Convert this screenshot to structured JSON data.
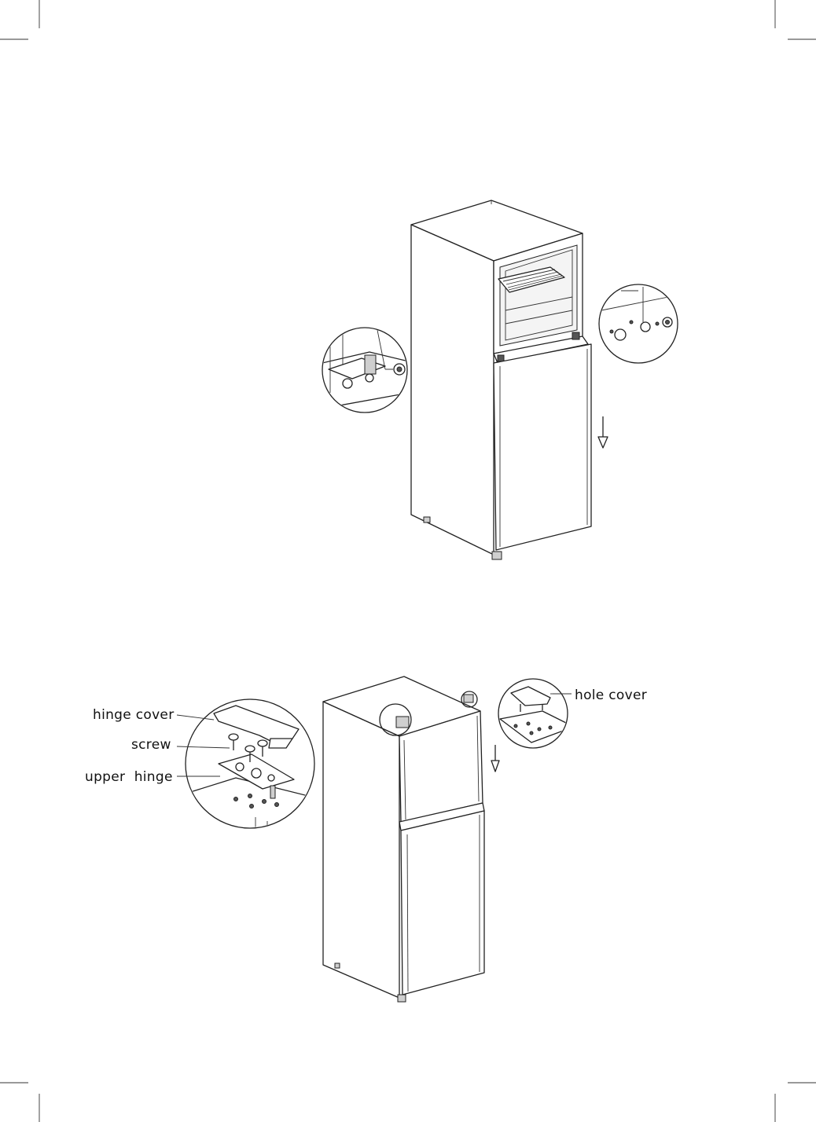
{
  "labels": {
    "hinge_cover": "hinge cover",
    "screw": "screw",
    "upper_hinge": "upper  hinge",
    "hole_cover": "hole cover"
  },
  "colors": {
    "line": "#222222",
    "background": "#ffffff"
  },
  "icons": [
    "down-arrow-icon",
    "down-arrow-icon"
  ]
}
